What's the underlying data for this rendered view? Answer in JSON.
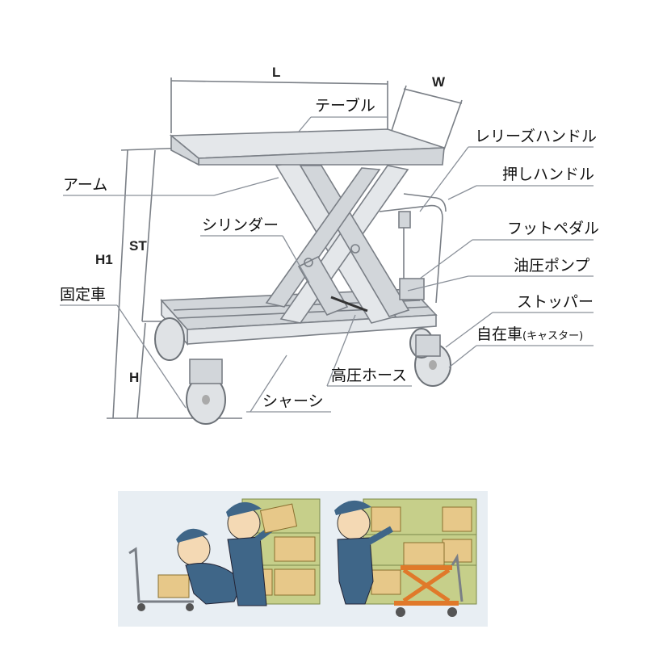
{
  "dimensions": {
    "length": "L",
    "width": "W",
    "height_h1": "H1",
    "stroke": "ST",
    "height_h": "H"
  },
  "parts": {
    "table": "テーブル",
    "arm": "アーム",
    "cylinder": "シリンダー",
    "fixed_wheel": "固定車",
    "release_handle": "レリーズハンドル",
    "push_handle": "押しハンドル",
    "foot_pedal": "フットペダル",
    "hydraulic_pump": "油圧ポンプ",
    "stopper": "ストッパー",
    "caster_main": "自在車",
    "caster_sub": "(キャスター)",
    "high_pressure_hose": "高圧ホース",
    "chassis": "シャーシ"
  },
  "colors": {
    "line": "#7a7f86",
    "metal": "#e4e7ea",
    "illustration_bg": "#e8eef3",
    "worker_uniform": "#3f6688",
    "box": "#e7c889",
    "shelf": "#c6cf8a",
    "orange_lift": "#e0792a"
  }
}
